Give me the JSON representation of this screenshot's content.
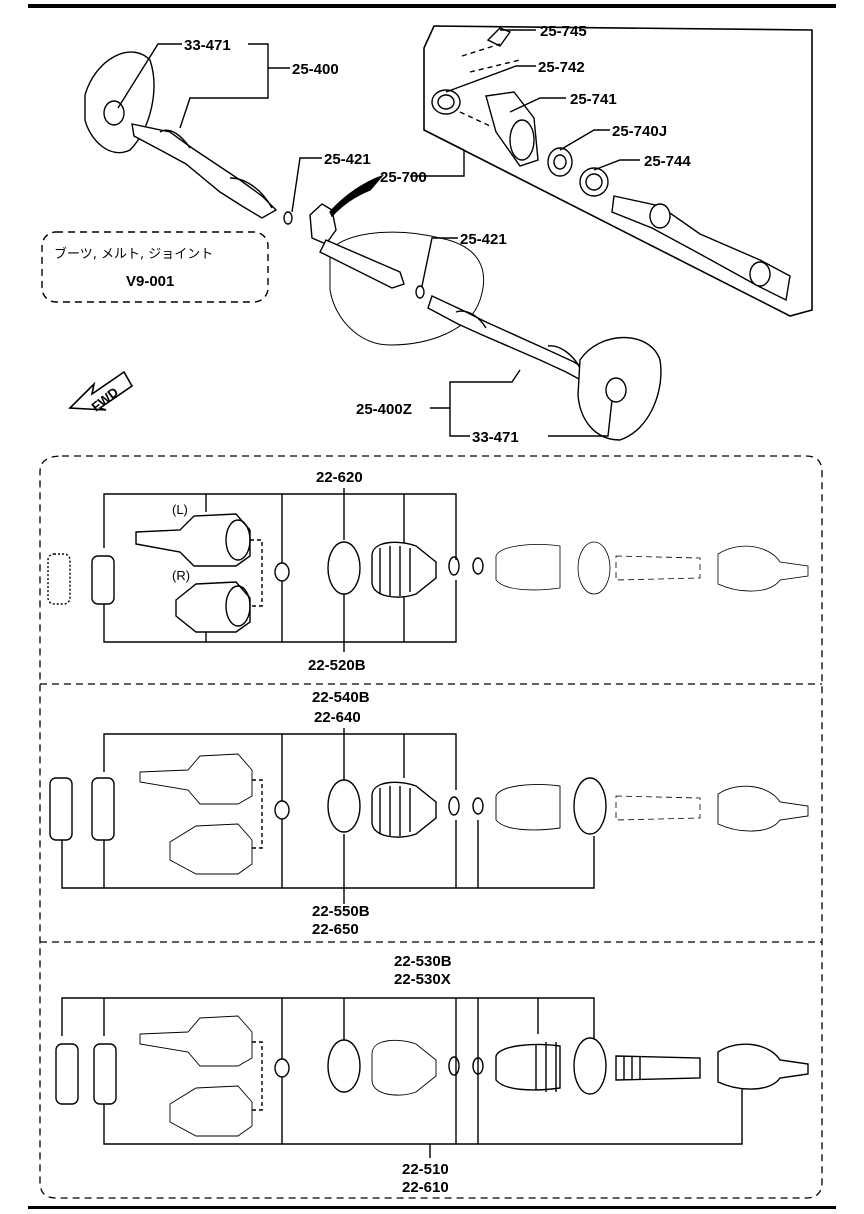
{
  "labels": {
    "l_33_471_top": "33-471",
    "l_25_400": "25-400",
    "l_25_745": "25-745",
    "l_25_742": "25-742",
    "l_25_741": "25-741",
    "l_25_740j": "25-740J",
    "l_25_744": "25-744",
    "l_25_421_a": "25-421",
    "l_25_700": "25-700",
    "l_25_421_b": "25-421",
    "l_25_400z": "25-400Z",
    "l_33_471_bot": "33-471",
    "note_jp": "ブーツ, メルト, ジョイント",
    "note_code": "V9-001",
    "fwd": "FWD",
    "sec1_top": "22-620",
    "sec1_bottom": "22-520B",
    "sec1_left": "(L)",
    "sec1_right": "(R)",
    "sec2_top_1": "22-540B",
    "sec2_top_2": "22-640",
    "sec2_bottom_1": "22-550B",
    "sec2_bottom_2": "22-650",
    "sec3_top_1": "22-530B",
    "sec3_top_2": "22-530X",
    "sec3_bottom_1": "22-510",
    "sec3_bottom_2": "22-610"
  }
}
